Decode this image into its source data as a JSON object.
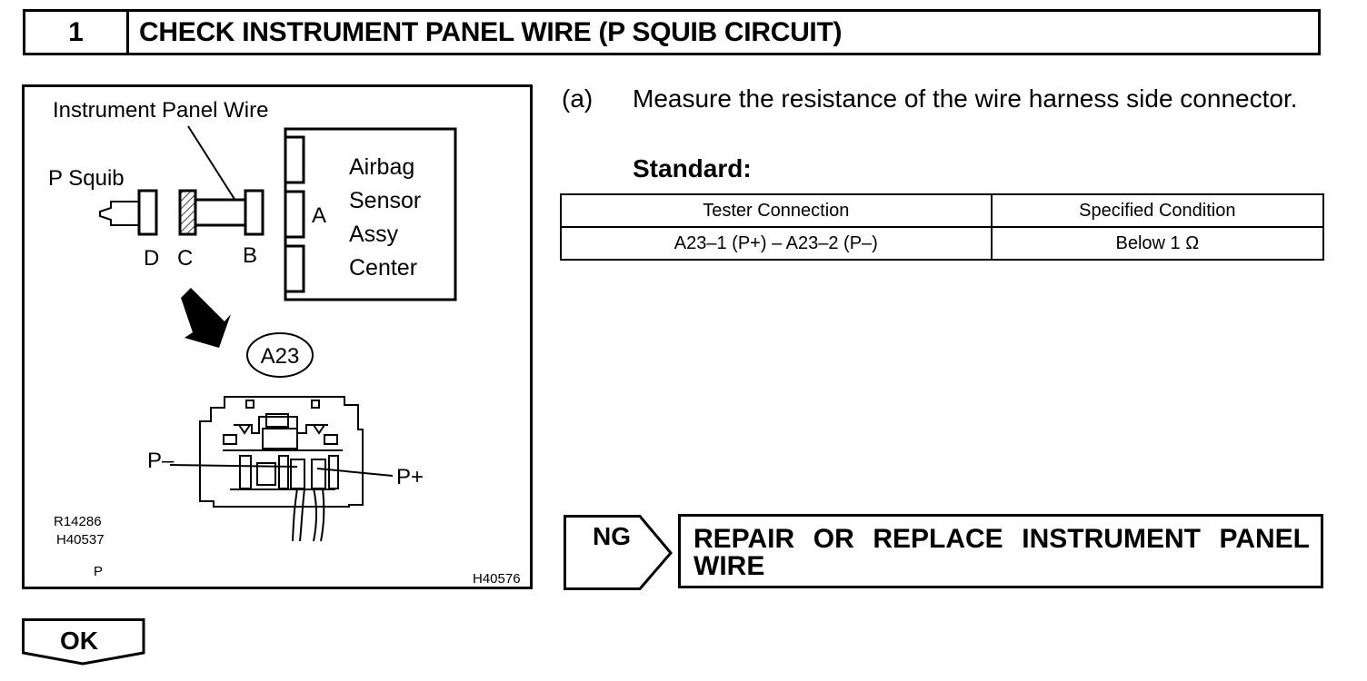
{
  "step": {
    "number": "1",
    "title": "CHECK INSTRUMENT PANEL WIRE (P SQUIB CIRCUIT)"
  },
  "figure": {
    "labels": {
      "instrument_panel_wire": "Instrument Panel Wire",
      "p_squib": "P Squib",
      "d": "D",
      "c": "C",
      "b": "B",
      "a": "A",
      "airbag": "Airbag",
      "sensor": "Sensor",
      "assy": "Assy",
      "center": "Center",
      "connector_id": "A23",
      "p_minus": "P–",
      "p_plus": "P+"
    },
    "codes": {
      "code1": "R14286",
      "code2": "H40537",
      "code3": "P",
      "code4": "H40576"
    }
  },
  "instruction": {
    "label": "(a)",
    "text": "Measure the resistance of the wire harness side connector.",
    "standard": "Standard:"
  },
  "spec_table": {
    "headers": [
      "Tester Connection",
      "Specified Condition"
    ],
    "rows": [
      [
        "A23–1 (P+) – A23–2 (P–)",
        "Below 1 Ω"
      ]
    ]
  },
  "ng": {
    "label": "NG",
    "action": "REPAIR OR REPLACE INSTRUMENT PANEL WIRE"
  },
  "ok": {
    "label": "OK"
  }
}
